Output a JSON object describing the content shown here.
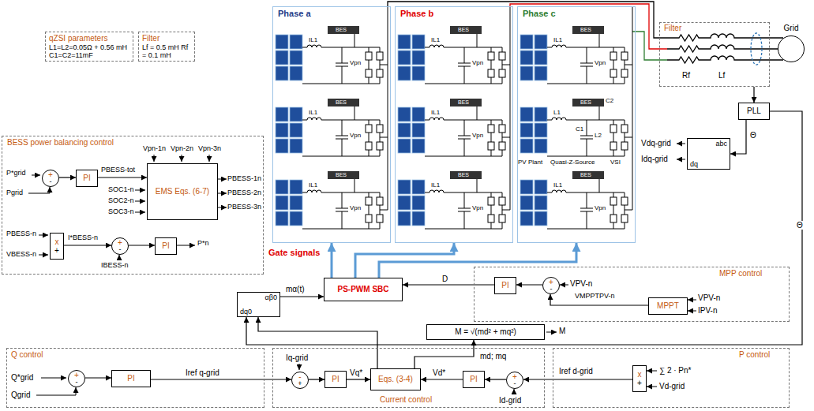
{
  "diagram": {
    "nodes": [
      {
        "text": [
          "qZSI parameters",
          "L1=L2=0.05Ω + 0.56 mH C1=C2=11mF"
        ]
      },
      {
        "text": [
          "Filter",
          "Lf = 0.5 mH Rf = 0.1 mH"
        ]
      },
      {
        "text": [
          "BESS power balancing control"
        ]
      },
      {
        "text": [
          "+",
          "-"
        ],
        "in": 2
      },
      {
        "text": [
          "PI"
        ],
        "in": 2
      },
      {
        "text": [
          "EMS Eqs. (6-7)"
        ],
        "in": 2
      },
      {
        "text": [
          "x",
          "+"
        ],
        "in": 2
      },
      {
        "text": [
          "+",
          "-"
        ],
        "in": 2
      },
      {
        "text": [
          "PI"
        ],
        "in": 2
      },
      {
        "text": [
          "Phase a"
        ]
      },
      {
        "text": [
          "Phase b"
        ]
      },
      {
        "text": [
          "Phase c"
        ]
      },
      {
        "text": [
          "Filter"
        ]
      },
      {
        "text": [
          "Grid"
        ]
      },
      {
        "text": [
          "PLL"
        ]
      },
      {
        "text": [
          "abc",
          "dq"
        ]
      },
      {
        "text": [
          "MPP control"
        ]
      },
      {
        "text": [
          "PI"
        ],
        "in": 16
      },
      {
        "text": [
          "+",
          "-"
        ],
        "in": 16
      },
      {
        "text": [
          "MPPT"
        ],
        "in": 16
      },
      {
        "text": [
          "PS-PWM SBC"
        ]
      },
      {
        "text": [
          "αβ0",
          "dq0"
        ]
      },
      {
        "text": [
          "Q control"
        ]
      },
      {
        "text": [
          "+",
          "-"
        ],
        "in": 22
      },
      {
        "text": [
          "PI"
        ],
        "in": 22
      },
      {
        "text": [
          "Current control"
        ]
      },
      {
        "text": [
          "-",
          "+"
        ],
        "in": 25
      },
      {
        "text": [
          "PI"
        ],
        "in": 25
      },
      {
        "text": [
          "Eqs. (3-4)"
        ],
        "in": 25
      },
      {
        "text": [
          "PI"
        ],
        "in": 25
      },
      {
        "text": [
          "+",
          "-"
        ],
        "in": 25
      },
      {
        "text": [
          "M = √(md² + mq²)"
        ]
      },
      {
        "text": [
          "P control"
        ]
      },
      {
        "text": [
          "x",
          "+"
        ],
        "in": 32
      }
    ],
    "edges": [
      {
        "from": 3,
        "to": 4,
        "arrow": "to"
      },
      {
        "from": 4,
        "to": 5,
        "arrow": "to",
        "label": "PBESS-tot"
      },
      {
        "from": 6,
        "to": 7,
        "arrow": "to",
        "label": "I*BESS-n"
      },
      {
        "from": 7,
        "to": 8,
        "arrow": "to"
      },
      {
        "from": 12,
        "to": 14,
        "arrow": "to"
      },
      {
        "from": 14,
        "to": 15,
        "arrow": "to"
      },
      {
        "from": 14,
        "to": 21,
        "arrow": "to"
      },
      {
        "from": 18,
        "to": 17,
        "arrow": "to"
      },
      {
        "from": 19,
        "to": 18,
        "arrow": "to",
        "label": "VMPPTPV-n"
      },
      {
        "from": 17,
        "to": 20,
        "arrow": "to",
        "label": "D"
      },
      {
        "from": 21,
        "to": 20,
        "arrow": "to",
        "label": "mα(t)"
      },
      {
        "from": 20,
        "to": 9,
        "arrow": "to"
      },
      {
        "from": 20,
        "to": 10,
        "arrow": "to"
      },
      {
        "from": 20,
        "to": 11,
        "arrow": "to"
      },
      {
        "from": 23,
        "to": 24,
        "arrow": "to"
      },
      {
        "from": 24,
        "to": 26,
        "arrow": "to",
        "label": "Iref q-grid"
      },
      {
        "from": 26,
        "to": 27,
        "arrow": "to"
      },
      {
        "from": 27,
        "to": 28,
        "arrow": "to",
        "label": "Vq*"
      },
      {
        "from": 29,
        "to": 28,
        "arrow": "to",
        "label": "Vd*"
      },
      {
        "from": 30,
        "to": 29,
        "arrow": "to"
      },
      {
        "from": 33,
        "to": 30,
        "arrow": "to",
        "label": "Iref d-grid"
      },
      {
        "from": 28,
        "to": 21,
        "arrow": "to"
      },
      {
        "from": 28,
        "to": 31,
        "arrow": "to",
        "label": "md; mq"
      }
    ],
    "labels": [
      "P*grid",
      "Pgrid",
      "Vpn-1n",
      "Vpn-2n",
      "Vpn-3n",
      "SOC1-n",
      "SOC2-n",
      "SOC3-n",
      "PBESS-1n",
      "PBESS-2n",
      "PBESS-3n",
      "PBESS-n",
      "VBESS-n",
      "IBESS-n",
      "P*n",
      "BES",
      "IL1",
      "Vpn",
      "BES",
      "IL1",
      "Vpn",
      "BES",
      "IL1",
      "Vpn",
      "BES",
      "IL1",
      "Vpn",
      "BES",
      "IL1",
      "Vpn",
      "BES",
      "IL1",
      "Vpn",
      "BES",
      "IL1",
      "Vpn",
      "BES",
      "C2",
      "L1",
      "C1",
      "L2",
      "PV Plant",
      "Quasi-Z-Source",
      "VSI",
      "BES",
      "IL1",
      "Vpn",
      "Rf",
      "Lf",
      "Θ",
      "Vdq-grid",
      "Idq-grid",
      "Θ",
      "Gate signals",
      "VPV-n",
      "VPV-n",
      "IPV-n",
      "Q*grid",
      "Qgrid",
      "Iq-grid",
      "Id-grid",
      "M",
      "∑ 2 · Pn*",
      "Vd-grid"
    ]
  }
}
